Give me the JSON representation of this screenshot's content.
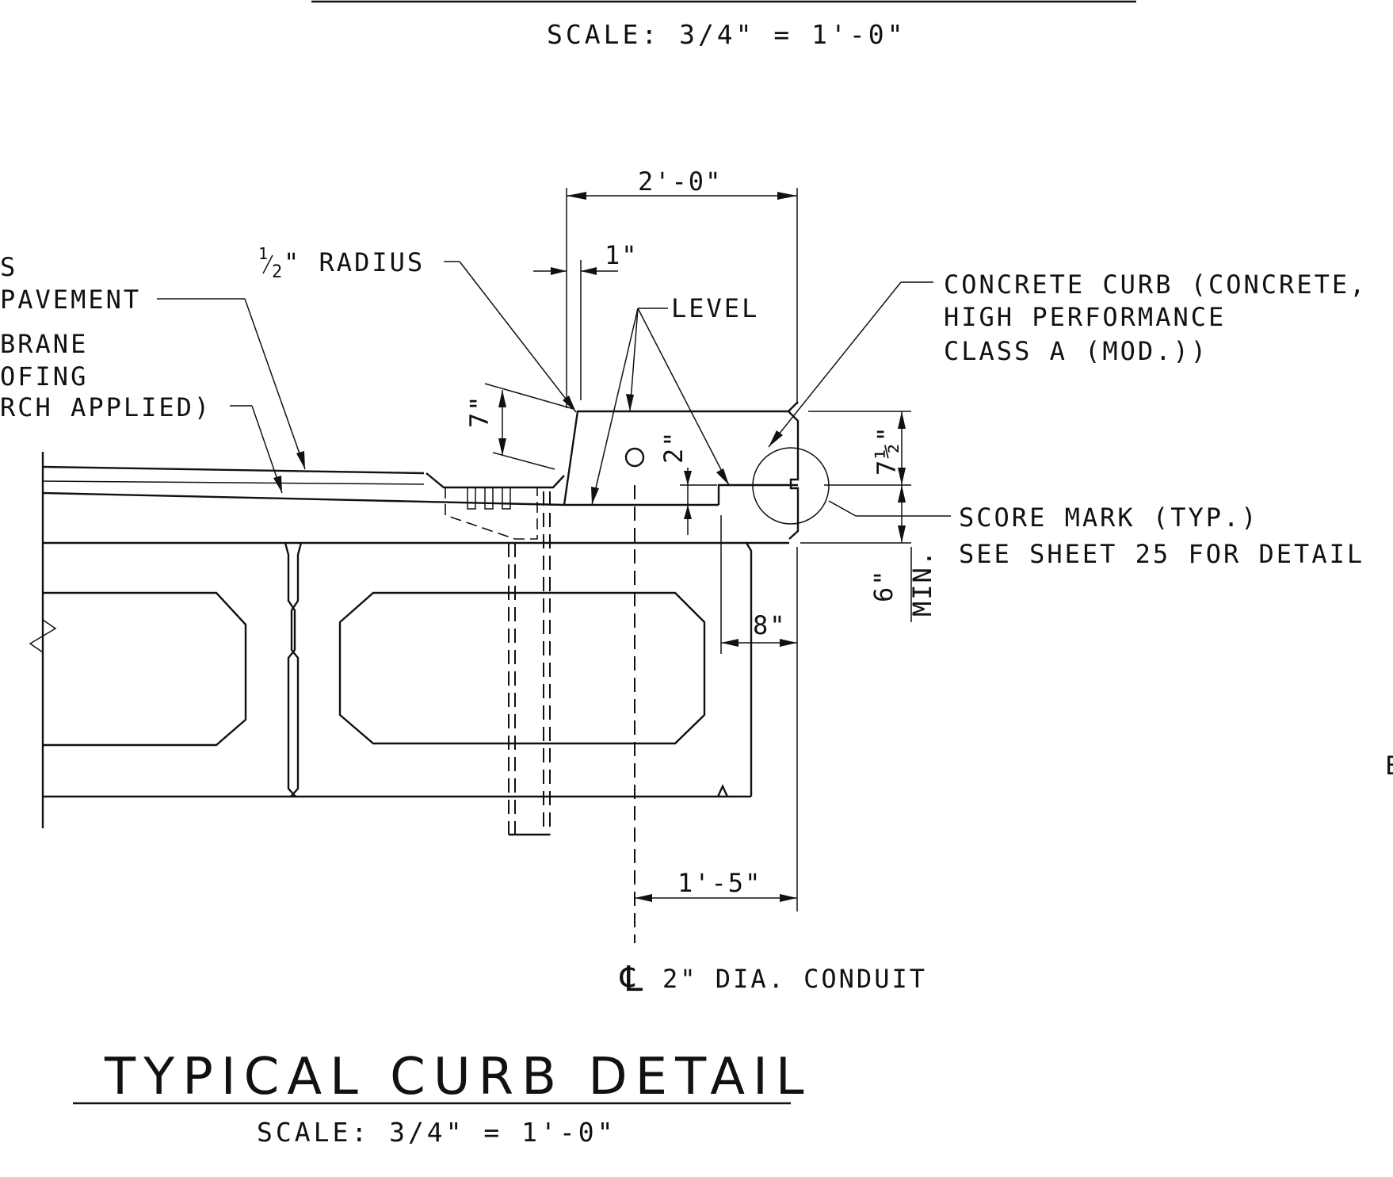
{
  "top_scale": "SCALE: 3/4\" = 1'-0\"",
  "labels": {
    "pavement_line1": "S",
    "pavement_line2": "PAVEMENT",
    "membrane_line1": "BRANE",
    "membrane_line2": "OFING",
    "membrane_line3": "RCH APPLIED)",
    "radius_num": "1",
    "radius_den": "2",
    "radius_text": "\" RADIUS",
    "level": "LEVEL",
    "concrete_line1": "CONCRETE CURB (CONCRETE,",
    "concrete_line2": "HIGH PERFORMANCE",
    "concrete_line3": "CLASS A (MOD.))",
    "score_line1": "SCORE MARK (TYP.)",
    "score_line2": "SEE SHEET 25 FOR DETAIL",
    "conduit": "2\" DIA. CONDUIT",
    "centerline_symbol": "℄",
    "edge_fragment": "E"
  },
  "dimensions": {
    "width_top": "2'-0\"",
    "setback": "1\"",
    "face_height": "7\"",
    "conduit_offset": "2\"",
    "curb_height": "7½\"",
    "curb_height_whole": "7",
    "curb_height_frac": "1⁄2\"",
    "min_depth": "6\"",
    "min_label": "MIN.",
    "score_offset": "8\"",
    "conduit_dist": "1'-5\""
  },
  "title": {
    "text": "TYPICAL CURB DETAIL",
    "scale": "SCALE: 3/4\" = 1'-0\""
  }
}
